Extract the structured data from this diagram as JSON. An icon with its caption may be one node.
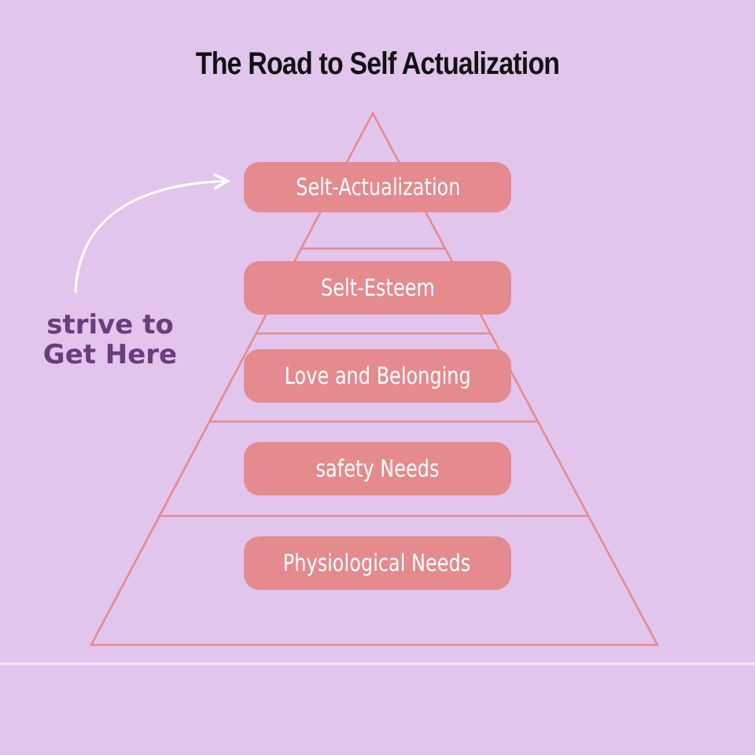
{
  "diagram": {
    "title": "The Road to Self Actualization",
    "nodes": [
      {
        "text": [
          "Selt-Actualization"
        ]
      },
      {
        "text": [
          "Selt-Esteem"
        ]
      },
      {
        "text": [
          "Love and Belonging"
        ]
      },
      {
        "text": [
          "safety Needs"
        ]
      },
      {
        "text": [
          "Physiological Needs"
        ]
      },
      {
        "text": [
          "strive to Get Here"
        ]
      }
    ],
    "edges": [
      {
        "from": 5,
        "to": 0,
        "arrow": "to"
      }
    ]
  }
}
